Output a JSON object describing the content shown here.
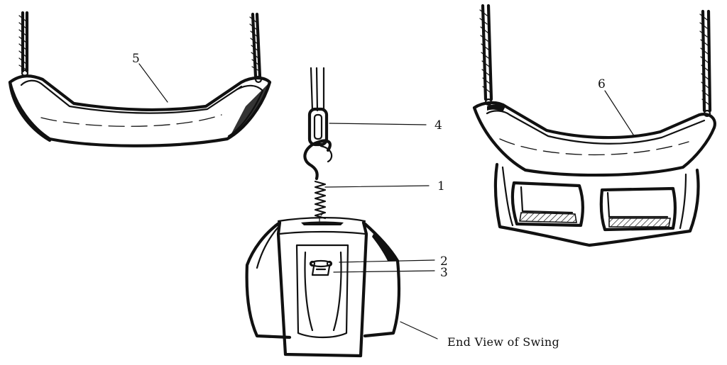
{
  "callouts": {
    "c1": "1",
    "c2": "2",
    "c3": "3",
    "c4": "4",
    "c5": "5",
    "c6": "6"
  },
  "caption": "End View of Swing"
}
